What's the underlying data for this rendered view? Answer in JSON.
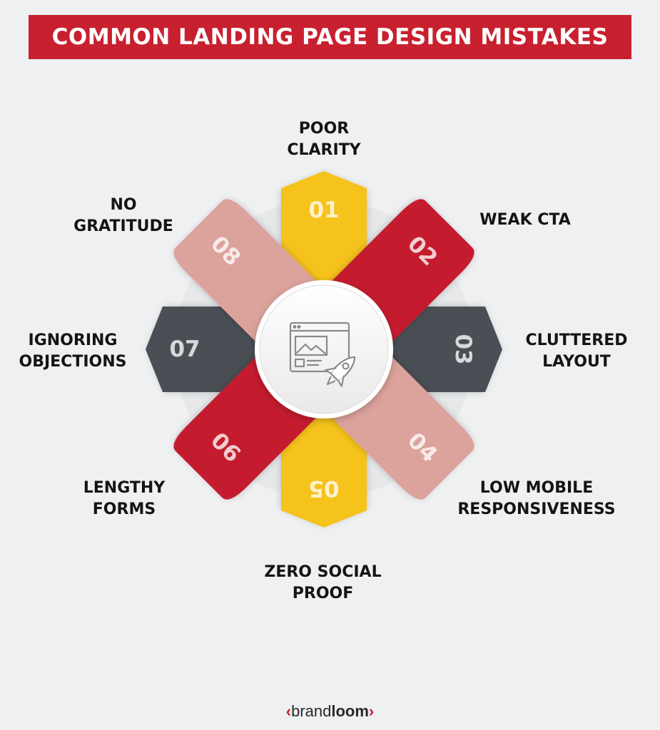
{
  "title": "COMMON LANDING PAGE DESIGN MISTAKES",
  "items": [
    {
      "number": "01",
      "label_lines": [
        "POOR",
        "CLARITY"
      ],
      "color": "#f6c21c"
    },
    {
      "number": "02",
      "label_lines": [
        "WEAK CTA"
      ],
      "color": "#c41e2d"
    },
    {
      "number": "03",
      "label_lines": [
        "CLUTTERED",
        "LAYOUT"
      ],
      "color": "#4a4f54"
    },
    {
      "number": "04",
      "label_lines": [
        "LOW MOBILE",
        "RESPONSIVENESS"
      ],
      "color": "#dca29c"
    },
    {
      "number": "05",
      "label_lines": [
        "ZERO SOCIAL",
        "PROOF"
      ],
      "color": "#f6c21c"
    },
    {
      "number": "06",
      "label_lines": [
        "LENGTHY",
        "FORMS"
      ],
      "color": "#c41e2d"
    },
    {
      "number": "07",
      "label_lines": [
        "IGNORING",
        "OBJECTIONS"
      ],
      "color": "#4a4f54"
    },
    {
      "number": "08",
      "label_lines": [
        "NO",
        "GRATITUDE"
      ],
      "color": "#dca29c"
    }
  ],
  "center_icon": "webpage-rocket-icon",
  "footer": {
    "open": "‹",
    "part1": "brand",
    "part2": "loom",
    "close": "›"
  },
  "colors": {
    "accent": "#c8202f",
    "yellow": "#f6c21c",
    "red": "#c41e2d",
    "gray": "#4a4f54",
    "pink": "#dca29c"
  }
}
